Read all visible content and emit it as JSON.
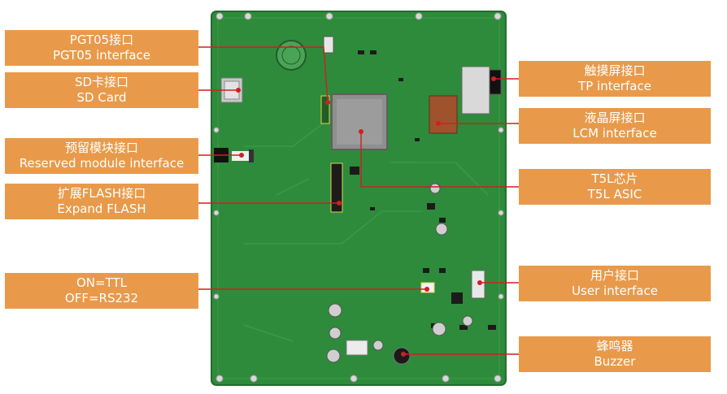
{
  "labels": {
    "pgt05": {
      "zh": "PGT05接口",
      "en": "PGT05 interface"
    },
    "sd": {
      "zh": "SD卡接口",
      "en": "SD Card"
    },
    "reserved": {
      "zh": "预留模块接口",
      "en": "Reserved module interface"
    },
    "flash": {
      "zh": "扩展FLASH接口",
      "en": "Expand FLASH"
    },
    "ttl": {
      "zh": "ON=TTL",
      "en": "OFF=RS232"
    },
    "tp": {
      "zh": "触摸屏接口",
      "en": "TP interface"
    },
    "lcm": {
      "zh": "液晶屏接口",
      "en": "LCM interface"
    },
    "asic": {
      "zh": "T5L芯片",
      "en": "T5L ASIC"
    },
    "user": {
      "zh": "用户接口",
      "en": "User interface"
    },
    "buzzer": {
      "zh": "蜂鸣器",
      "en": "Buzzer"
    }
  },
  "colors": {
    "label_bg": "#e89a4a",
    "label_text": "#ffffff",
    "leader_line": "#d11f1f",
    "pcb_green": "#2d8a3a",
    "pcb_dark": "#1f6a2c"
  }
}
